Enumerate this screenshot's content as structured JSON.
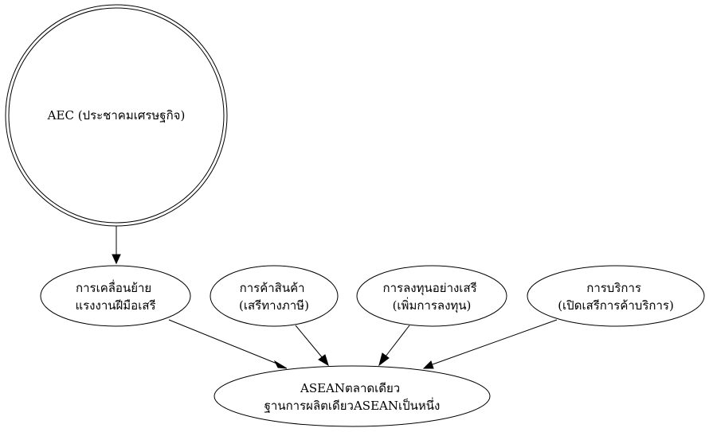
{
  "nodes": [
    {
      "id": "aec",
      "lines": [
        "AEC (ประชาคมเศรษฐกิจ)"
      ]
    },
    {
      "id": "n1",
      "lines": [
        "การเคลื่อนย้าย",
        "แรงงานฝีมือเสรี"
      ]
    },
    {
      "id": "n2",
      "lines": [
        "การค้าสินค้า",
        "(เสรีทางภาษี)"
      ]
    },
    {
      "id": "n3",
      "lines": [
        "การลงทุนอย่างเสรี",
        "(เพิ่มการลงทุน)"
      ]
    },
    {
      "id": "n4",
      "lines": [
        "การบริการ",
        "(เปิดเสรีการค้าบริการ)"
      ]
    },
    {
      "id": "asean",
      "lines": [
        "ASEANตลาดเดียว",
        "ฐานการผลิตเดียวASEANเป็นหนึ่ง"
      ]
    }
  ],
  "edges": [
    {
      "from": "aec",
      "to": "n1"
    },
    {
      "from": "n1",
      "to": "asean"
    },
    {
      "from": "n2",
      "to": "asean"
    },
    {
      "from": "n3",
      "to": "asean"
    },
    {
      "from": "n4",
      "to": "asean"
    }
  ]
}
